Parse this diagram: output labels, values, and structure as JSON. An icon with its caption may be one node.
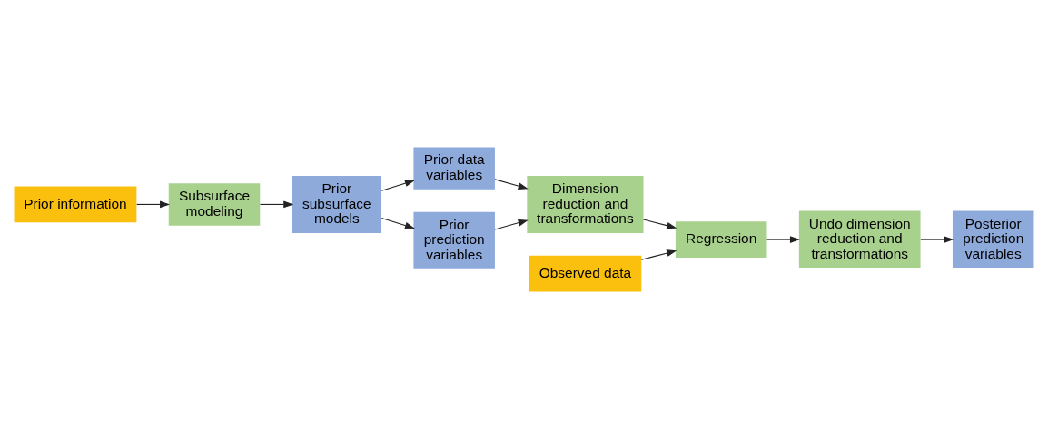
{
  "diagram": {
    "nodes": [
      {
        "text": [
          "Prior information"
        ]
      },
      {
        "text": [
          "Subsurface modeling"
        ]
      },
      {
        "text": [
          "Prior subsurface models"
        ]
      },
      {
        "text": [
          "Prior data variables"
        ]
      },
      {
        "text": [
          "Prior prediction variables"
        ]
      },
      {
        "text": [
          "Dimension reduction and transformations"
        ]
      },
      {
        "text": [
          "Observed data"
        ]
      },
      {
        "text": [
          "Regression"
        ]
      },
      {
        "text": [
          "Undo dimension reduction and transformations"
        ]
      },
      {
        "text": [
          "Posterior prediction variables"
        ]
      }
    ],
    "edges": [
      {
        "from": 0,
        "to": 1,
        "arrow": "to"
      },
      {
        "from": 1,
        "to": 2,
        "arrow": "to"
      },
      {
        "from": 2,
        "to": 3,
        "arrow": "to"
      },
      {
        "from": 2,
        "to": 4,
        "arrow": "to"
      },
      {
        "from": 3,
        "to": 5,
        "arrow": "to"
      },
      {
        "from": 4,
        "to": 5,
        "arrow": "to"
      },
      {
        "from": 5,
        "to": 7,
        "arrow": "to"
      },
      {
        "from": 6,
        "to": 7,
        "arrow": "to"
      },
      {
        "from": 7,
        "to": 8,
        "arrow": "to"
      },
      {
        "from": 8,
        "to": 9,
        "arrow": "to"
      }
    ]
  }
}
